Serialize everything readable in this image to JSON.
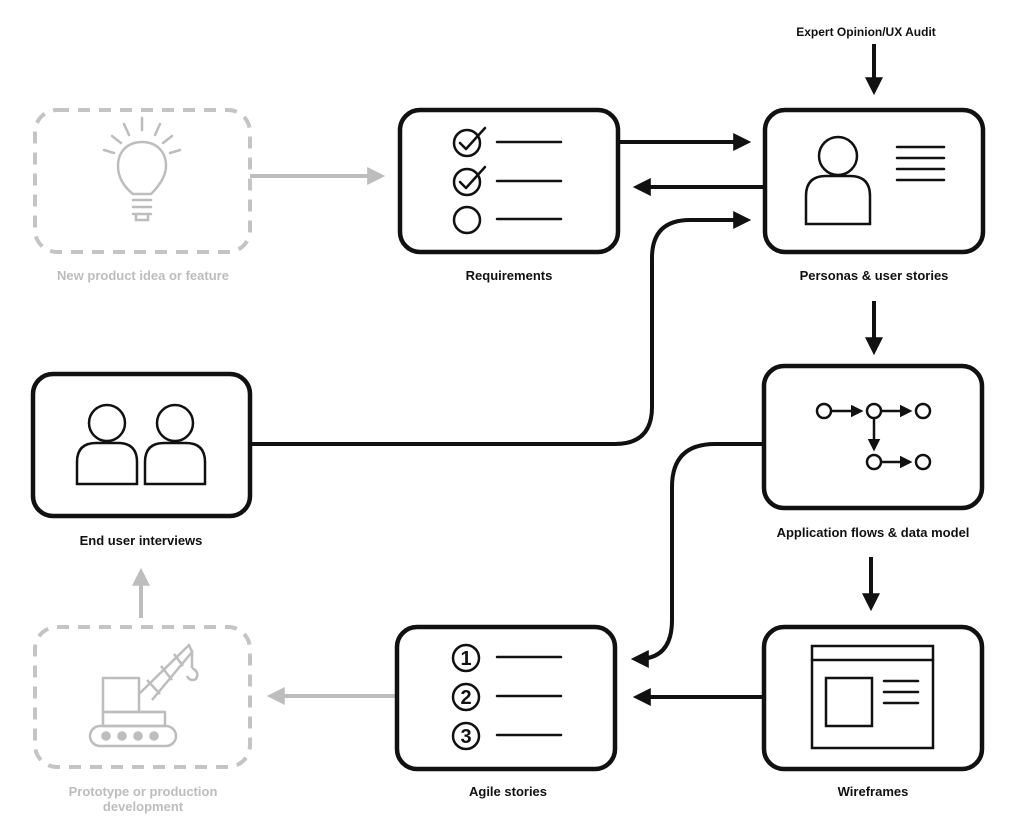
{
  "diagram": {
    "nodes": {
      "idea": {
        "label": "New product idea or feature",
        "status": "faded"
      },
      "requirements": {
        "label": "Requirements"
      },
      "personas": {
        "label": "Personas & user stories"
      },
      "interviews": {
        "label": "End user interviews"
      },
      "flows": {
        "label": "Application flows & data model"
      },
      "agile": {
        "label": "Agile stories",
        "items": [
          "1",
          "2",
          "3"
        ]
      },
      "wireframes": {
        "label": "Wireframes"
      },
      "prototype": {
        "label_line1": "Prototype or production",
        "label_line2": "development",
        "status": "faded"
      }
    },
    "external_input": {
      "label": "Expert Opinion/UX Audit"
    },
    "edges": [
      {
        "from": "idea",
        "to": "requirements",
        "style": "faded"
      },
      {
        "from": "requirements",
        "to": "personas"
      },
      {
        "from": "personas",
        "to": "requirements"
      },
      {
        "from": "external_input",
        "to": "personas"
      },
      {
        "from": "interviews",
        "to": "personas"
      },
      {
        "from": "personas",
        "to": "flows"
      },
      {
        "from": "flows",
        "to": "agile"
      },
      {
        "from": "flows",
        "to": "wireframes"
      },
      {
        "from": "wireframes",
        "to": "agile"
      },
      {
        "from": "agile",
        "to": "prototype",
        "style": "faded"
      },
      {
        "from": "prototype",
        "to": "interviews",
        "style": "faded"
      }
    ],
    "colors": {
      "active": "#111111",
      "faded": "#bdbdbd",
      "background": "#ffffff"
    }
  }
}
